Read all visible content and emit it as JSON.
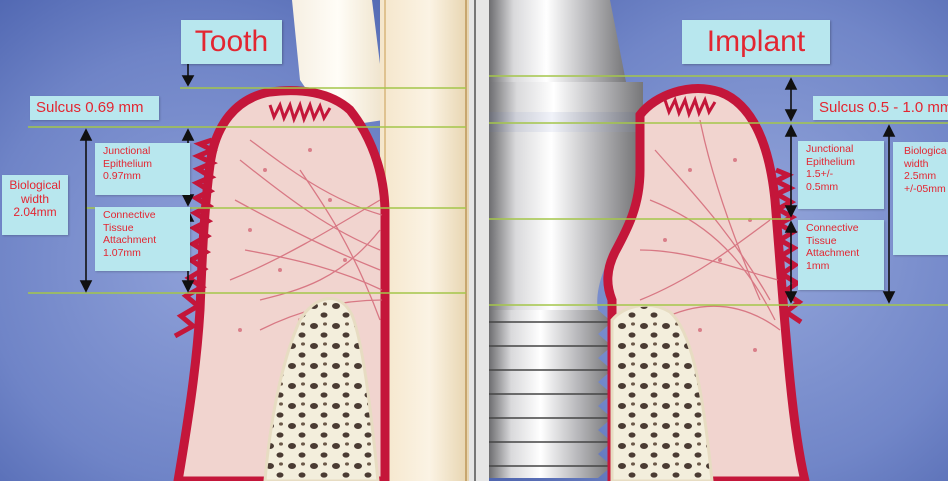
{
  "tooth": {
    "title": "Tooth",
    "sulcus": "Sulcus 0.69 mm",
    "junctional": "Junctional\nEpithelium\n0.97mm",
    "connective": "Connective\nTissue\nAttachment\n1.07mm",
    "biological_width": "Biological\nwidth\n2.04mm"
  },
  "implant": {
    "title": "Implant",
    "sulcus": "Sulcus 0.5 - 1.0 mm",
    "junctional": "Junctional\nEpithelium\n1.5+/-\n0.5mm",
    "connective": "Connective\nTissue\nAttachment\n1mm",
    "biological_width": "Biologica\nwidth\n2.5mm\n+/-05mm"
  },
  "colors": {
    "background_blue": "#5f77bd",
    "label_fill": "#b8e7ee",
    "label_text": "#e32631",
    "gingiva_outline": "#c4163a",
    "tissue_fill": "#f1d4cf",
    "fiber": "#d46978",
    "guide_line": "#a4c64a",
    "bone_fill": "#f3eedc"
  }
}
